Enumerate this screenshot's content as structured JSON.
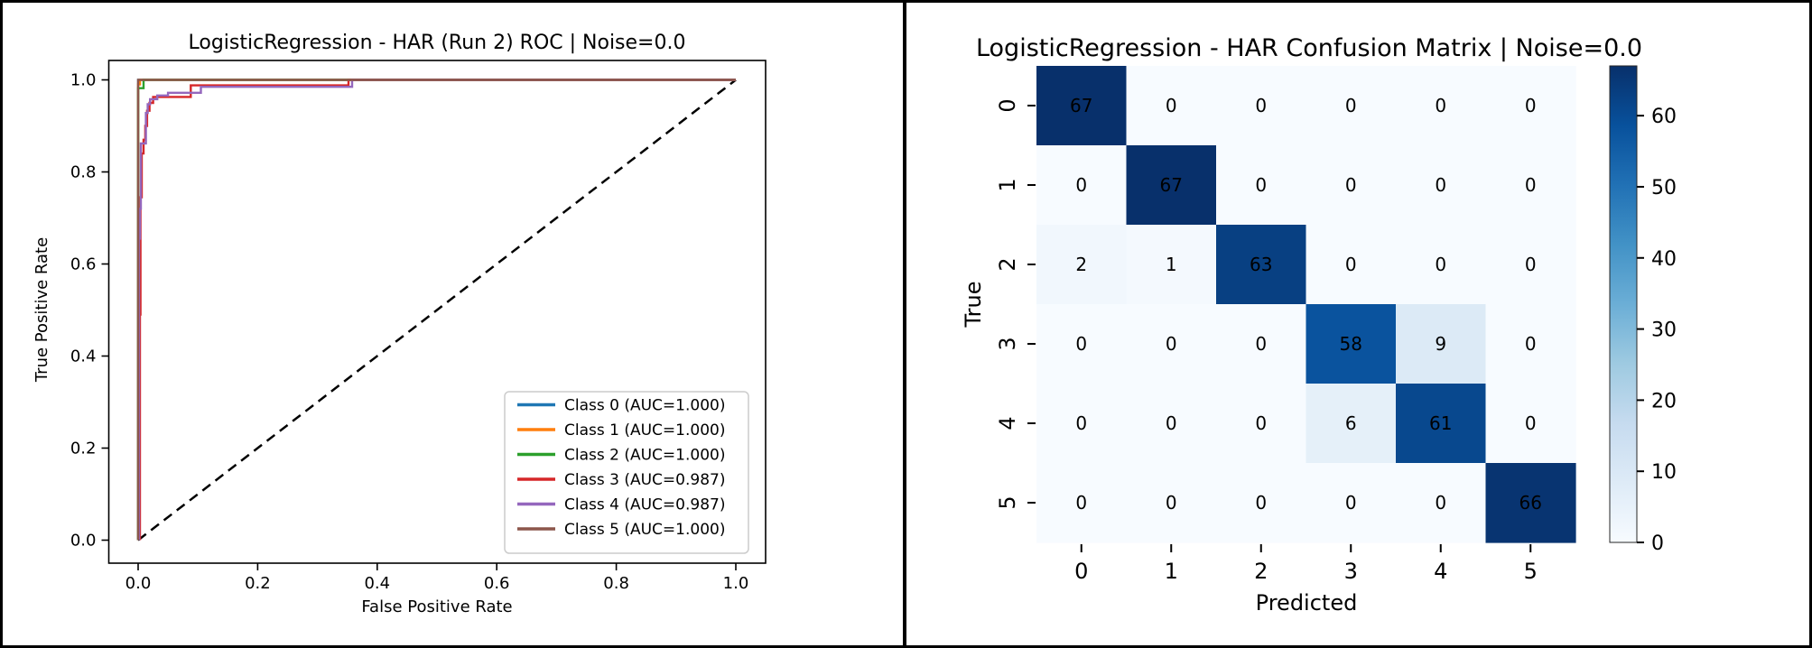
{
  "figure": {
    "background": "#ffffff",
    "border_color": "#000000"
  },
  "chart_data": [
    {
      "type": "line",
      "subtype": "roc-curves",
      "title": "LogisticRegression - HAR (Run 2) ROC | Noise=0.0",
      "xlabel": "False Positive Rate",
      "ylabel": "True Positive Rate",
      "xlim": [
        -0.05,
        1.05
      ],
      "ylim": [
        -0.05,
        1.05
      ],
      "grid": false,
      "xticks": [
        0.0,
        0.2,
        0.4,
        0.6,
        0.8,
        1.0
      ],
      "yticks": [
        0.0,
        0.2,
        0.4,
        0.6,
        0.8,
        1.0
      ],
      "xtick_labels": [
        "0.0",
        "0.2",
        "0.4",
        "0.6",
        "0.8",
        "1.0"
      ],
      "ytick_labels": [
        "0.0",
        "0.2",
        "0.4",
        "0.6",
        "0.8",
        "1.0"
      ],
      "legend_position": "lower right",
      "reference_line": {
        "name": "chance-diagonal",
        "style": "dashed",
        "color": "#000000",
        "points": [
          [
            0,
            0
          ],
          [
            1,
            1
          ]
        ]
      },
      "series": [
        {
          "label": "Class 0 (AUC=1.000)",
          "auc": 1.0,
          "color": "#1f77b4",
          "points": [
            [
              0,
              0
            ],
            [
              0,
              1
            ],
            [
              1,
              1
            ]
          ]
        },
        {
          "label": "Class 1 (AUC=1.000)",
          "auc": 1.0,
          "color": "#ff7f0e",
          "points": [
            [
              0,
              0
            ],
            [
              0,
              0.99
            ],
            [
              0.003,
              0.99
            ],
            [
              0.003,
              1
            ],
            [
              1,
              1
            ]
          ]
        },
        {
          "label": "Class 2 (AUC=1.000)",
          "auc": 1.0,
          "color": "#2ca02c",
          "points": [
            [
              0,
              0
            ],
            [
              0,
              0.982
            ],
            [
              0.009,
              0.982
            ],
            [
              0.009,
              1
            ],
            [
              1,
              1
            ]
          ]
        },
        {
          "label": "Class 3 (AUC=0.987)",
          "auc": 0.987,
          "color": "#d62728",
          "points": [
            [
              0.003,
              0
            ],
            [
              0.003,
              0.49
            ],
            [
              0.004,
              0.49
            ],
            [
              0.004,
              0.745
            ],
            [
              0.006,
              0.745
            ],
            [
              0.006,
              0.84
            ],
            [
              0.009,
              0.84
            ],
            [
              0.009,
              0.87
            ],
            [
              0.012,
              0.87
            ],
            [
              0.012,
              0.9
            ],
            [
              0.015,
              0.9
            ],
            [
              0.015,
              0.933
            ],
            [
              0.019,
              0.933
            ],
            [
              0.019,
              0.95
            ],
            [
              0.025,
              0.95
            ],
            [
              0.025,
              0.963
            ],
            [
              0.088,
              0.963
            ],
            [
              0.088,
              0.988
            ],
            [
              0.352,
              0.988
            ],
            [
              0.352,
              1
            ],
            [
              1,
              1
            ]
          ]
        },
        {
          "label": "Class 4 (AUC=0.987)",
          "auc": 0.987,
          "color": "#9467bd",
          "points": [
            [
              0.0015,
              0
            ],
            [
              0.0015,
              0.655
            ],
            [
              0.003,
              0.655
            ],
            [
              0.003,
              0.72
            ],
            [
              0.0045,
              0.72
            ],
            [
              0.0045,
              0.862
            ],
            [
              0.013,
              0.862
            ],
            [
              0.013,
              0.928
            ],
            [
              0.016,
              0.928
            ],
            [
              0.016,
              0.947
            ],
            [
              0.02,
              0.947
            ],
            [
              0.02,
              0.958
            ],
            [
              0.032,
              0.958
            ],
            [
              0.032,
              0.966
            ],
            [
              0.05,
              0.966
            ],
            [
              0.05,
              0.972
            ],
            [
              0.105,
              0.972
            ],
            [
              0.105,
              0.985
            ],
            [
              0.358,
              0.985
            ],
            [
              0.358,
              1
            ],
            [
              1,
              1
            ]
          ]
        },
        {
          "label": "Class 5 (AUC=1.000)",
          "auc": 1.0,
          "color": "#8c564b",
          "points": [
            [
              0,
              0
            ],
            [
              0,
              1
            ],
            [
              1,
              1
            ]
          ]
        }
      ]
    },
    {
      "type": "heatmap",
      "subtype": "confusion-matrix",
      "title": "LogisticRegression - HAR Confusion Matrix | Noise=0.0",
      "xlabel": "Predicted",
      "ylabel": "True",
      "x_categories": [
        "0",
        "1",
        "2",
        "3",
        "4",
        "5"
      ],
      "y_categories": [
        "0",
        "1",
        "2",
        "3",
        "4",
        "5"
      ],
      "matrix": [
        [
          67,
          0,
          0,
          0,
          0,
          0
        ],
        [
          0,
          67,
          0,
          0,
          0,
          0
        ],
        [
          2,
          1,
          63,
          0,
          0,
          0
        ],
        [
          0,
          0,
          0,
          58,
          9,
          0
        ],
        [
          0,
          0,
          0,
          6,
          61,
          0
        ],
        [
          0,
          0,
          0,
          0,
          0,
          66
        ]
      ],
      "vmin": 0,
      "vmax": 67,
      "colormap": "Blues",
      "colormap_stops": [
        [
          0.0,
          "#f7fbff"
        ],
        [
          0.125,
          "#deebf7"
        ],
        [
          0.25,
          "#c6dbef"
        ],
        [
          0.375,
          "#9ecae1"
        ],
        [
          0.5,
          "#6baed6"
        ],
        [
          0.625,
          "#4292c6"
        ],
        [
          0.75,
          "#2171b5"
        ],
        [
          0.875,
          "#08519c"
        ],
        [
          1.0,
          "#08306b"
        ]
      ],
      "colorbar_ticks": [
        0,
        10,
        20,
        30,
        40,
        50,
        60
      ],
      "cell_text_colors": {
        "light": "#111111",
        "dark": "#ffffff"
      }
    }
  ]
}
